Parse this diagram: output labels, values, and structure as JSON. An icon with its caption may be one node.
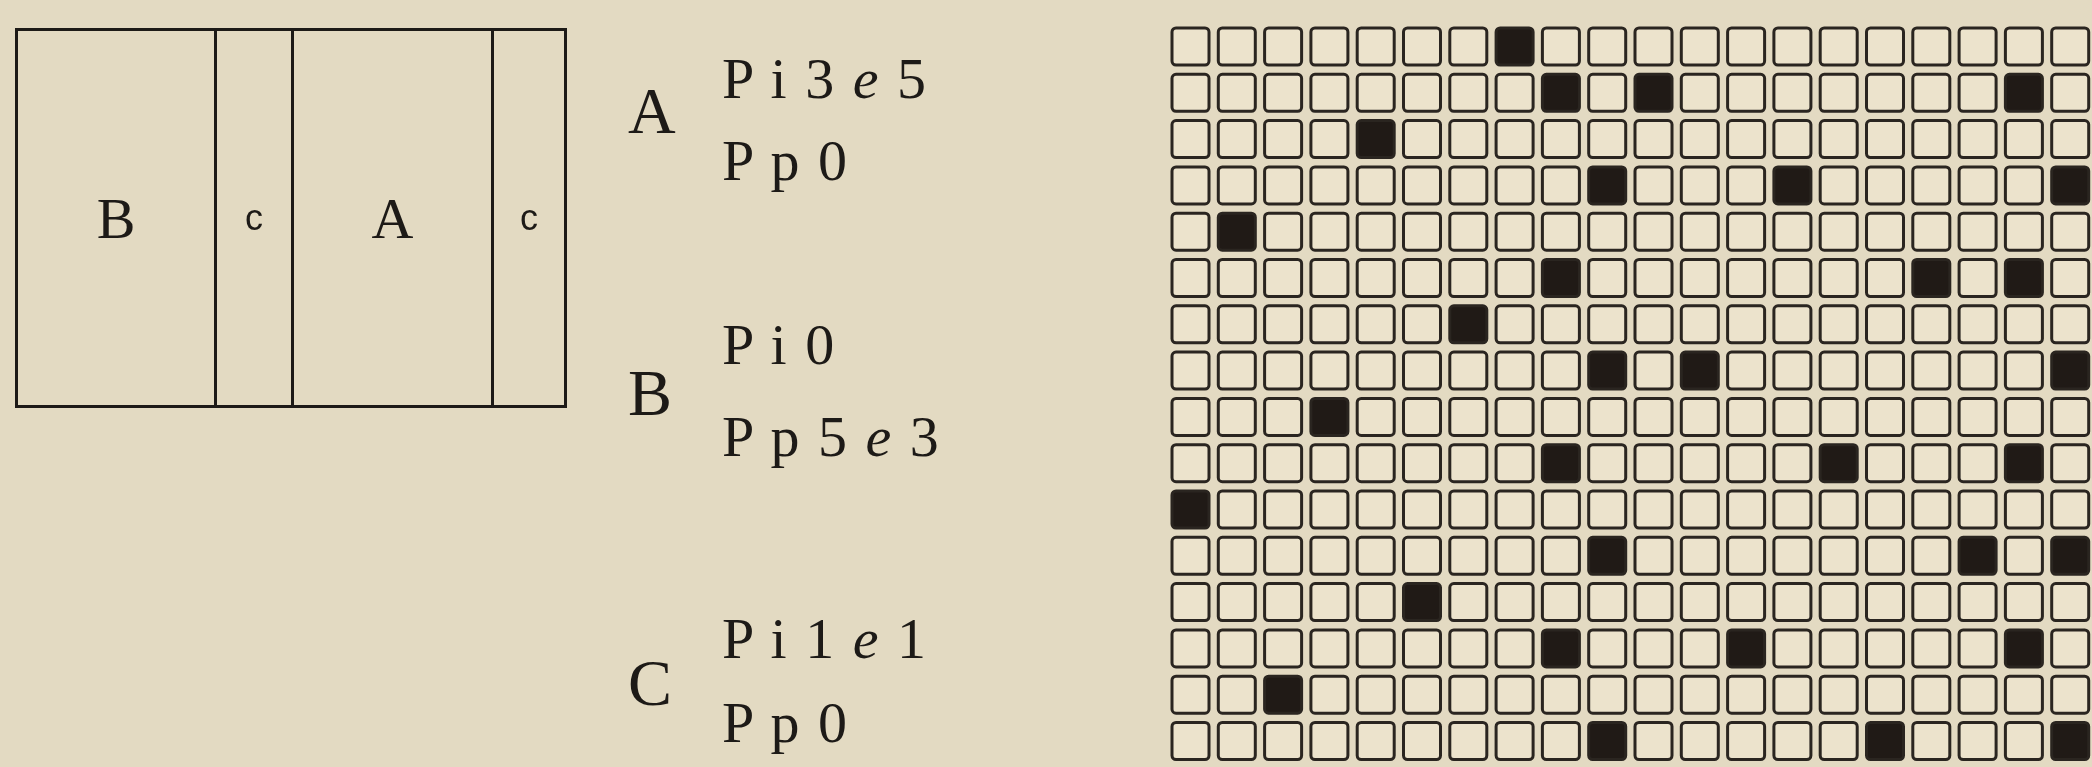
{
  "diagram": {
    "nodes": [
      {
        "text": [
          "B"
        ]
      },
      {
        "text": [
          "c"
        ]
      },
      {
        "text": [
          "A"
        ]
      },
      {
        "text": [
          "c"
        ]
      }
    ],
    "labels": [
      "A",
      "P i 3 *e* 5",
      "P p 0",
      "B",
      "P i 0",
      "P p 5 *e* 3",
      "C",
      "P i 1 *e* 1",
      "P p 0"
    ]
  }
}
